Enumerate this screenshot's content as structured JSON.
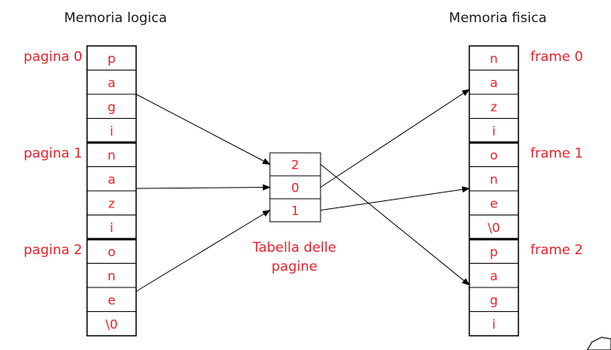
{
  "titles": {
    "logical": "Memoria logica",
    "physical": "Memoria fisica"
  },
  "logical_memory": {
    "page_labels": [
      "pagina 0",
      "pagina 1",
      "pagina 2"
    ],
    "cells": [
      "p",
      "a",
      "g",
      "i",
      "n",
      "a",
      "z",
      "i",
      "o",
      "n",
      "e",
      "\\0"
    ]
  },
  "page_table": {
    "entries": [
      "2",
      "0",
      "1"
    ],
    "caption_line1": "Tabella delle",
    "caption_line2": "pagine"
  },
  "physical_memory": {
    "frame_labels": [
      "frame 0",
      "frame 1",
      "frame 2"
    ],
    "cells": [
      "n",
      "a",
      "z",
      "i",
      "o",
      "n",
      "e",
      "\\0",
      "p",
      "a",
      "g",
      "i"
    ]
  },
  "mappings": [
    {
      "from_logical_page": 0,
      "table_entry": 0,
      "frame": 2
    },
    {
      "from_logical_page": 1,
      "table_entry": 1,
      "frame": 0
    },
    {
      "from_logical_page": 2,
      "table_entry": 2,
      "frame": 1
    }
  ],
  "colors": {
    "accent_red": "#e8212a",
    "text_dark": "#1a1a1a",
    "stroke": "#000000"
  }
}
